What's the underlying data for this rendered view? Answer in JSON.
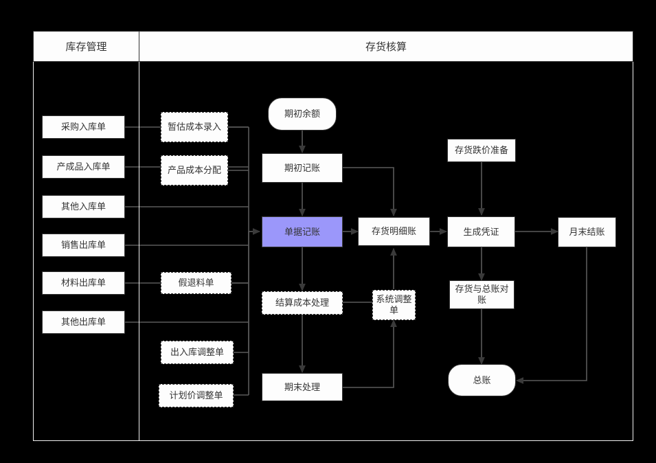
{
  "diagram": {
    "title_left": "库存管理",
    "title_right": "存货核算",
    "accent_color": "#9b97fa",
    "box_fill": "#fdfdfd",
    "stroke_color": "#333333",
    "background": "#000000",
    "type": "flowchart"
  },
  "headers": [
    {
      "id": "hdr-inventory-mgmt",
      "label": "库存管理"
    },
    {
      "id": "hdr-inventory-accounting",
      "label": "存货核算"
    }
  ],
  "columns": {
    "left_documents": [
      {
        "id": "purchase-in",
        "label": "采购入库单"
      },
      {
        "id": "finished-in",
        "label": "产成品入库单"
      },
      {
        "id": "other-in",
        "label": "其他入库单"
      },
      {
        "id": "sales-out",
        "label": "销售出库单"
      },
      {
        "id": "material-out",
        "label": "材料出库单"
      },
      {
        "id": "other-out",
        "label": "其他出库单"
      }
    ],
    "middle_documents": [
      {
        "id": "estimated-cost-entry",
        "label": "暂估成本录入",
        "style": "dashed"
      },
      {
        "id": "product-cost-alloc",
        "label": "产品成本分配",
        "style": "dashed"
      },
      {
        "id": "false-return",
        "label": "假退料单",
        "style": "dashed"
      },
      {
        "id": "inout-adjust",
        "label": "出入库调整单",
        "style": "dashed"
      },
      {
        "id": "planned-price-adjust",
        "label": "计划价调整单",
        "style": "dashed"
      }
    ]
  },
  "flow_nodes": [
    {
      "id": "opening-balance",
      "label": "期初余额",
      "shape": "stadium",
      "style": "solid"
    },
    {
      "id": "opening-posting",
      "label": "期初记账",
      "shape": "rect",
      "style": "solid"
    },
    {
      "id": "voucher-posting",
      "label": "单据记账",
      "shape": "rect",
      "style": "accent"
    },
    {
      "id": "inventory-ledger",
      "label": "存货明细账",
      "shape": "rect",
      "style": "solid"
    },
    {
      "id": "inventory-impair",
      "label": "存货跌价准备",
      "shape": "rect",
      "style": "solid"
    },
    {
      "id": "generate-voucher",
      "label": "生成凭证",
      "shape": "rect",
      "style": "solid"
    },
    {
      "id": "month-end-close",
      "label": "月末结账",
      "shape": "rect",
      "style": "solid"
    },
    {
      "id": "ledger-reconcile",
      "label": "存货与总账对账",
      "shape": "rect",
      "style": "solid"
    },
    {
      "id": "general-ledger",
      "label": "总账",
      "shape": "stadium",
      "style": "solid"
    },
    {
      "id": "settle-cost",
      "label": "结算成本处理",
      "shape": "rect",
      "style": "dashed"
    },
    {
      "id": "system-adjust",
      "label": "系统调整单",
      "shape": "rect",
      "style": "dashed"
    },
    {
      "id": "period-end",
      "label": "期末处理",
      "shape": "rect",
      "style": "solid"
    }
  ],
  "edges": [
    {
      "from": "purchase-in",
      "to": "voucher-posting",
      "arrow": true
    },
    {
      "from": "finished-in",
      "to": "voucher-posting",
      "arrow": true
    },
    {
      "from": "other-in",
      "to": "voucher-posting",
      "arrow": true
    },
    {
      "from": "sales-out",
      "to": "voucher-posting",
      "arrow": true
    },
    {
      "from": "material-out",
      "to": "voucher-posting",
      "arrow": true
    },
    {
      "from": "other-out",
      "to": "voucher-posting",
      "arrow": true
    },
    {
      "from": "estimated-cost-entry",
      "to": "voucher-posting",
      "arrow": true
    },
    {
      "from": "product-cost-alloc",
      "to": "voucher-posting",
      "arrow": true
    },
    {
      "from": "false-return",
      "to": "voucher-posting",
      "arrow": true
    },
    {
      "from": "inout-adjust",
      "to": "voucher-posting",
      "arrow": true
    },
    {
      "from": "planned-price-adjust",
      "to": "voucher-posting",
      "arrow": true
    },
    {
      "from": "opening-balance",
      "to": "opening-posting",
      "arrow": true
    },
    {
      "from": "opening-posting",
      "to": "voucher-posting",
      "arrow": true
    },
    {
      "from": "opening-posting",
      "to": "inventory-ledger",
      "arrow": true
    },
    {
      "from": "voucher-posting",
      "to": "inventory-ledger",
      "arrow": true
    },
    {
      "from": "voucher-posting",
      "to": "settle-cost",
      "arrow": true
    },
    {
      "from": "inventory-ledger",
      "to": "generate-voucher",
      "arrow": true
    },
    {
      "from": "inventory-impair",
      "to": "generate-voucher",
      "arrow": true
    },
    {
      "from": "generate-voucher",
      "to": "month-end-close",
      "arrow": true
    },
    {
      "from": "generate-voucher",
      "to": "ledger-reconcile",
      "arrow": true
    },
    {
      "from": "ledger-reconcile",
      "to": "general-ledger",
      "arrow": true
    },
    {
      "from": "month-end-close",
      "to": "general-ledger",
      "arrow": true
    },
    {
      "from": "settle-cost",
      "to": "system-adjust",
      "arrow": false
    },
    {
      "from": "settle-cost",
      "to": "period-end",
      "arrow": true
    },
    {
      "from": "period-end",
      "to": "system-adjust",
      "arrow": true
    },
    {
      "from": "system-adjust",
      "to": "inventory-ledger",
      "arrow": true
    }
  ]
}
